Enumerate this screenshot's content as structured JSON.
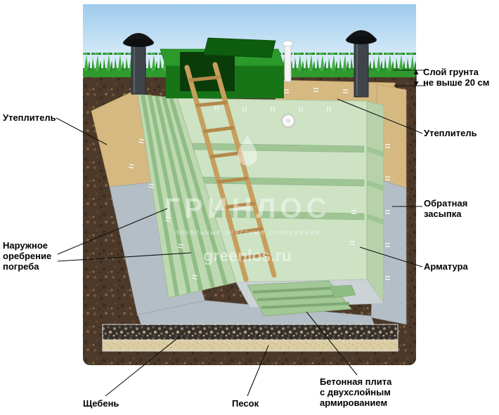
{
  "labels": {
    "soil_layer": "Слой грунта\nне выше 20 см",
    "insulation_left": "Утеплитель",
    "insulation_right": "Утеплитель",
    "backfill": "Обратная\nзасыпка",
    "ribbing": "Наружное\nоребрение\nпогреба",
    "rebar": "Арматура",
    "gravel": "Щебень",
    "sand": "Песок",
    "slab": "Бетонная плита\nс двухслойным\nармированием"
  },
  "watermark": {
    "brand": "ГРИНЛОС",
    "tagline": "локальные очистные сооружения",
    "site": "greenlos.ru"
  },
  "colors": {
    "sky": "#a9d2ee",
    "grass": "#2f9b2f",
    "soil": "#4c3929",
    "insulation": "#d6b981",
    "concrete": "#b4bec6",
    "cellar_wall": "#cde3c4",
    "hatch_green": "#2b9a2b",
    "wood": "#c79e5c",
    "label_text": "#000000"
  }
}
